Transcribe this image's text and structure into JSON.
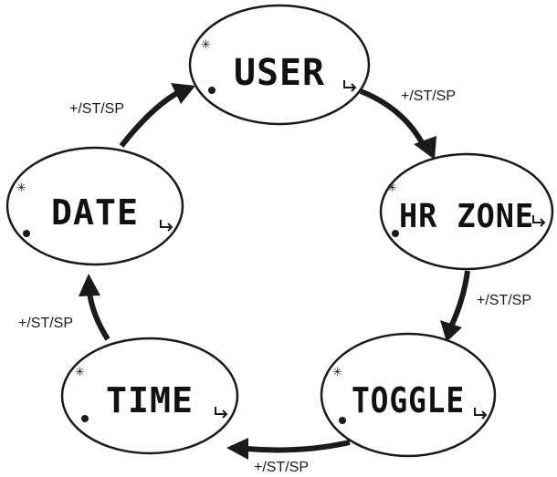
{
  "screens": [
    {
      "id": "user",
      "label": "USER"
    },
    {
      "id": "hr-zone",
      "label": "HR ZONE"
    },
    {
      "id": "toggle",
      "label": "TOGGLE"
    },
    {
      "id": "time",
      "label": "TIME"
    },
    {
      "id": "date",
      "label": "DATE"
    }
  ],
  "transitions": [
    {
      "from": "user",
      "to": "hr-zone",
      "label": "+/ST/SP"
    },
    {
      "from": "hr-zone",
      "to": "toggle",
      "label": "+/ST/SP"
    },
    {
      "from": "toggle",
      "to": "time",
      "label": "+/ST/SP"
    },
    {
      "from": "time",
      "to": "date",
      "label": "+/ST/SP"
    },
    {
      "from": "date",
      "to": "user",
      "label": "+/ST/SP"
    }
  ],
  "icons": {
    "top_left": "sun-icon",
    "bottom_left": "dot-icon",
    "bottom_right": "return-arrow-icon"
  }
}
